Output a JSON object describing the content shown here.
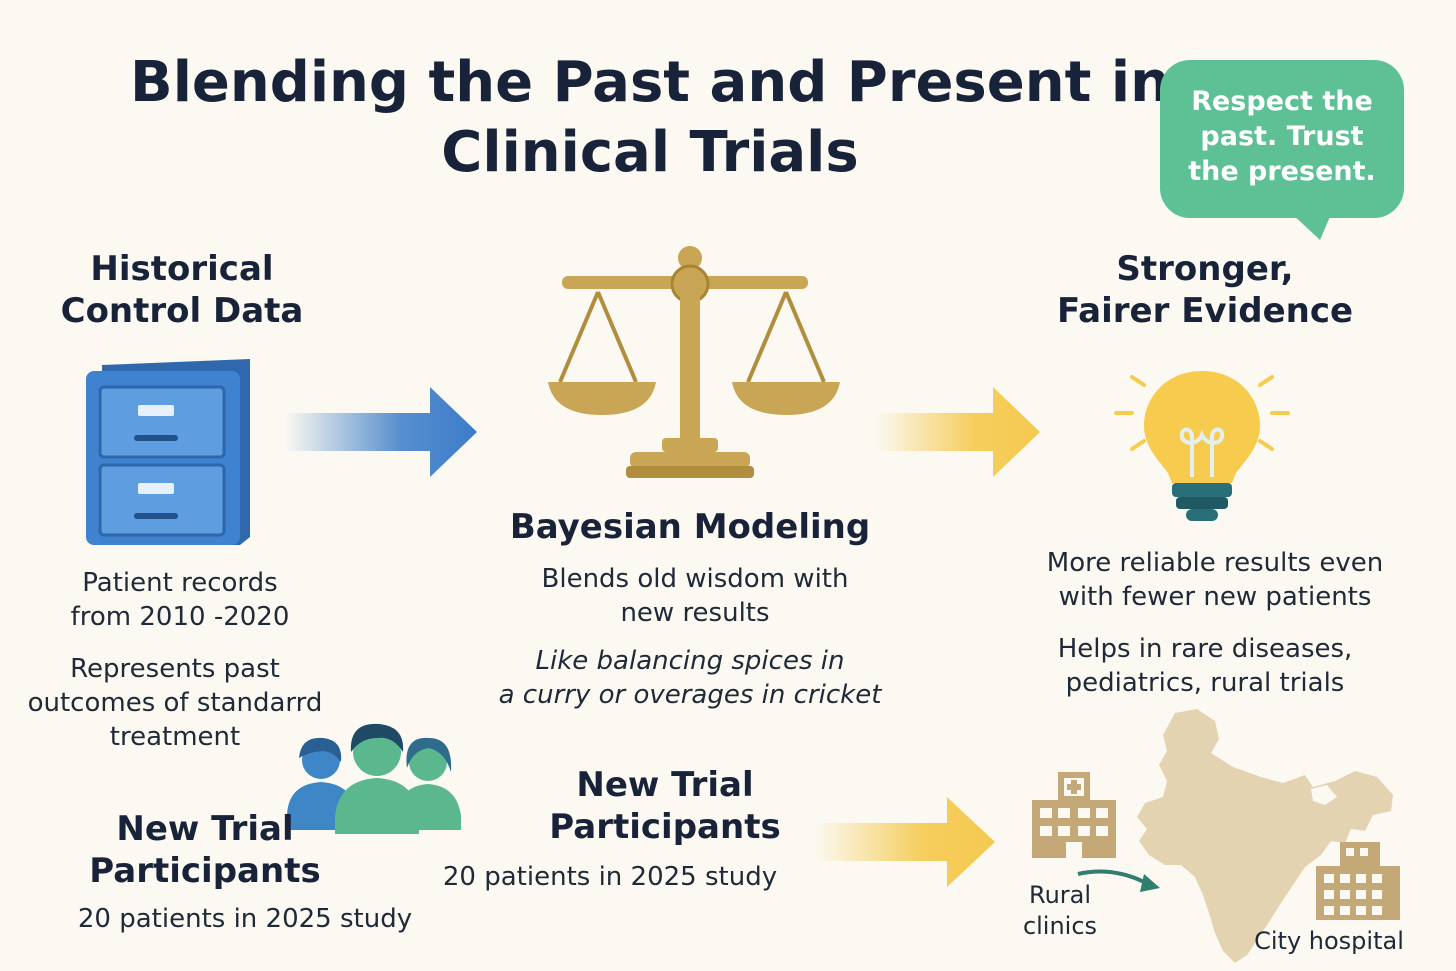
{
  "title": "Blending the Past and Present in Clinical Trials",
  "quote": {
    "line1": "Respect the",
    "line2": "past. Trust",
    "line3": "the present."
  },
  "historical": {
    "heading_line1": "Historical",
    "heading_line2": "Control Data",
    "records_line1": "Patient records",
    "records_line2": "from 2010 -2020",
    "desc_line1": "Represents past",
    "desc_line2": "outcomes of standarrd",
    "desc_line3": "treatment",
    "icon": "file-cabinet-icon"
  },
  "bayesian": {
    "heading": "Bayesian Modeling",
    "desc_line1": "Blends old wisdom with",
    "desc_line2": "new results",
    "analogy_line1": "Like balancing spices in",
    "analogy_line2": "a curry or overages in cricket",
    "icon": "balance-scale-icon"
  },
  "evidence": {
    "heading_line1": "Stronger,",
    "heading_line2": "Fairer Evidence",
    "result_line1": "More reliable results even",
    "result_line2": "with fewer new patients",
    "helps_line1": "Helps in rare diseases,",
    "helps_line2": "pediatrics, rural trials",
    "icon": "lightbulb-icon"
  },
  "participants_left": {
    "heading_line1": "New Trial",
    "heading_line2": "Participants",
    "desc": "20 patients in 2025 study",
    "icon": "people-group-icon"
  },
  "participants_mid": {
    "heading_line1": "New Trial",
    "heading_line2": "Participants",
    "desc": "20 patients in 2025 study"
  },
  "map": {
    "rural_line1": "Rural",
    "rural_line2": "clinics",
    "city": "City hospital",
    "icon": "india-map-icon"
  },
  "colors": {
    "background": "#fbf9f1",
    "title": "#18233a",
    "bubble": "#5ec095",
    "cabinet_blue": "#3b7cc9",
    "scale_gold": "#c9a655",
    "arrow_yellow": "#f5c94e",
    "bulb_yellow": "#f7cb4d",
    "bulb_teal": "#2a6e78",
    "people_blue": "#3f86c6",
    "people_green": "#5ab78e",
    "map_beige": "#e3d3b0",
    "building_tan": "#c4a878"
  }
}
